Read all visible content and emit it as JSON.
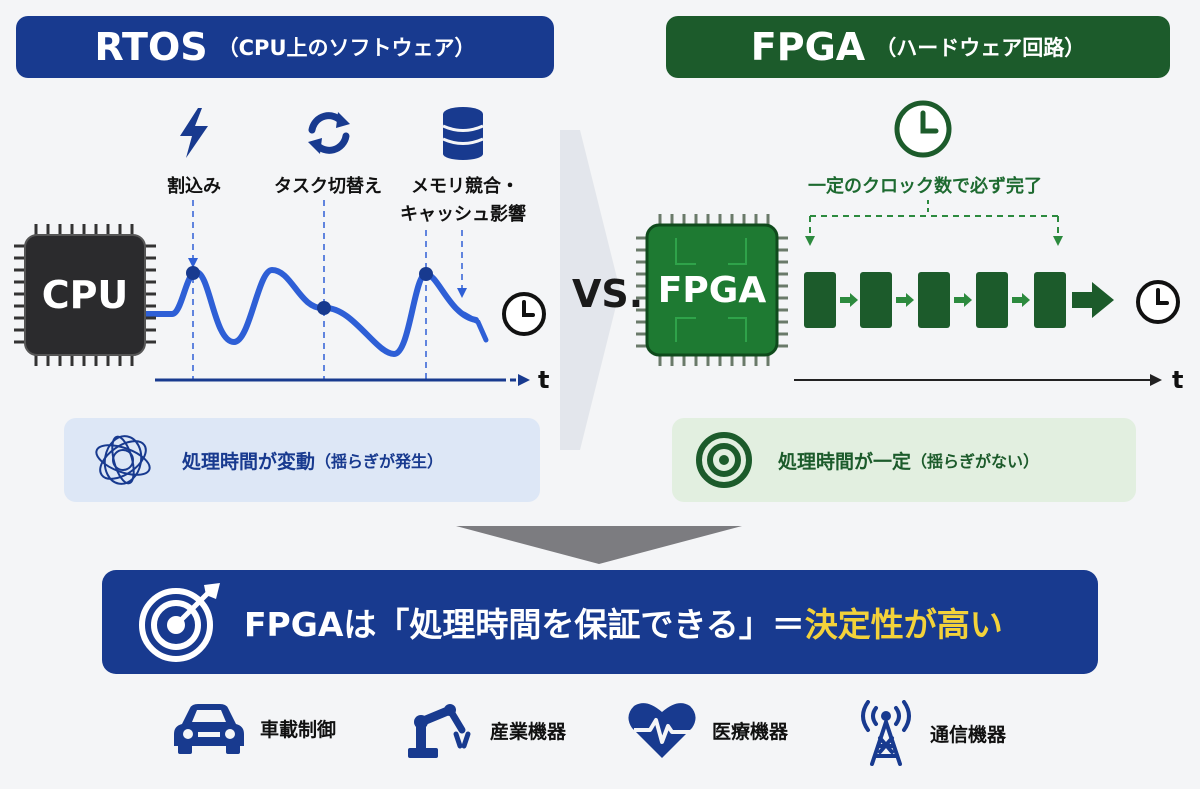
{
  "left": {
    "header_main": "RTOS",
    "header_sub": "（CPU上のソフトウェア）",
    "chip_label": "CPU",
    "events": [
      {
        "label": "割込み",
        "icon": "lightning-icon"
      },
      {
        "label": "タスク切替え",
        "icon": "refresh-icon"
      },
      {
        "label": "メモリ競合・キャッシュ影響",
        "line1": "メモリ競合・",
        "line2": "キャッシュ影響",
        "icon": "database-icon"
      }
    ],
    "axis_label": "t",
    "info_text": "処理時間が変動",
    "info_sub": "（揺らぎが発生）"
  },
  "vs_label": "VS.",
  "right": {
    "header_main": "FPGA",
    "header_sub": "（ハードウェア回路）",
    "chip_label": "FPGA",
    "clock_label": "一定のクロック数で必ず完了",
    "axis_label": "t",
    "info_text": "処理時間が一定",
    "info_sub": "（揺らぎがない）"
  },
  "banner": {
    "prefix": "FPGAは「処理時間を保証できる」＝",
    "highlight": "決定性が高い"
  },
  "applications": [
    {
      "label": "車載制御",
      "icon": "car-icon"
    },
    {
      "label": "産業機器",
      "icon": "robot-arm-icon"
    },
    {
      "label": "医療機器",
      "icon": "heart-pulse-icon"
    },
    {
      "label": "通信機器",
      "icon": "antenna-tower-icon"
    }
  ],
  "colors": {
    "blue": "#183a8f",
    "blue_accent": "#2e5fd6",
    "green": "#1c5b2b",
    "green_accent": "#2c8a3e",
    "highlight": "#f3d23a"
  }
}
